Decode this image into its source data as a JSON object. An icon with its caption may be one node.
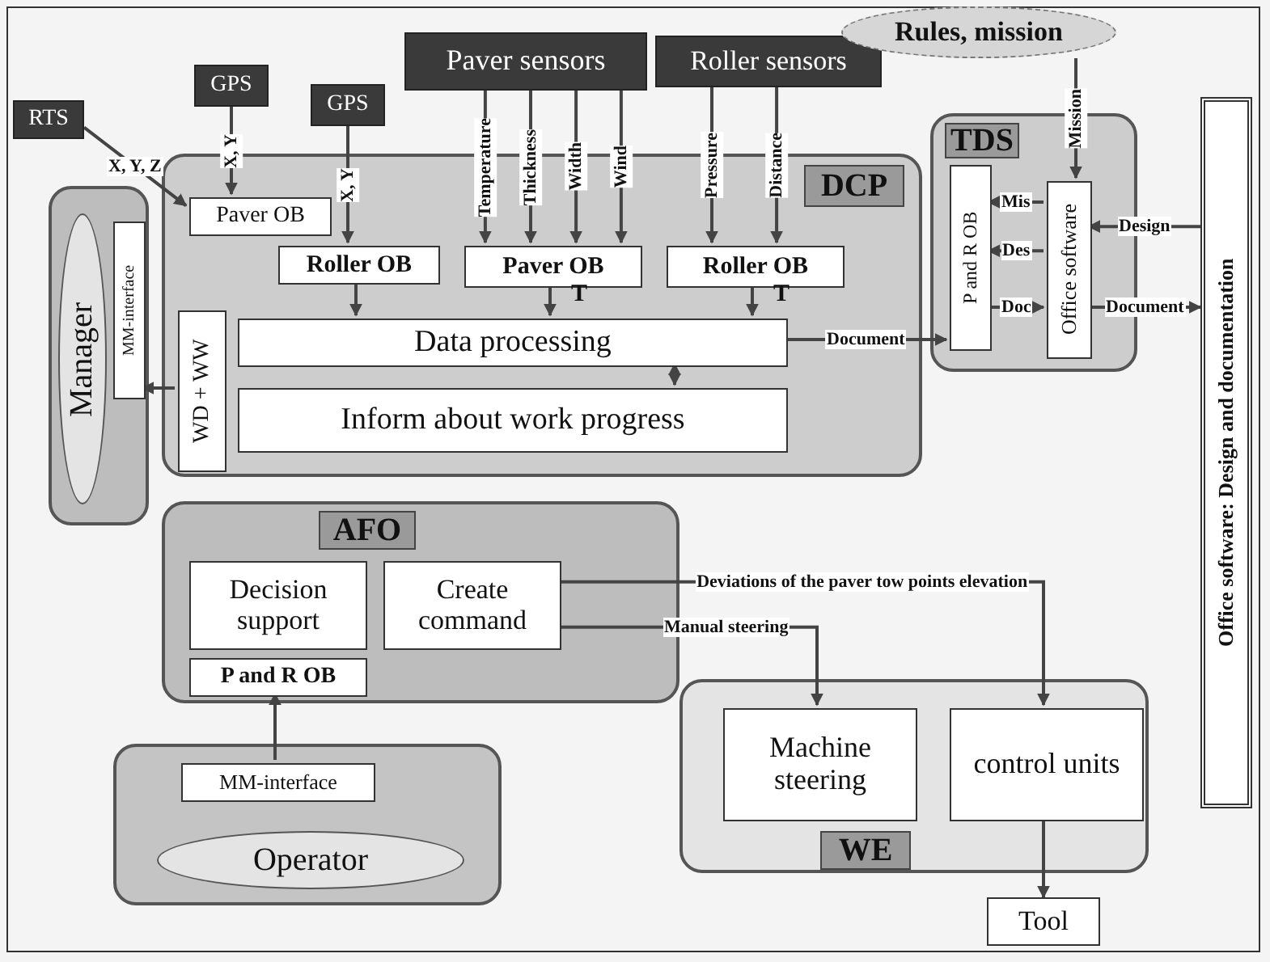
{
  "diagram": {
    "nodes": [
      {
        "text": [
          "RTS"
        ]
      },
      {
        "text": [
          "GPS"
        ]
      },
      {
        "text": [
          "GPS"
        ]
      },
      {
        "text": [
          "Paver sensors"
        ]
      },
      {
        "text": [
          "Roller sensors"
        ]
      },
      {
        "text": [
          "Rules, mission"
        ]
      },
      {
        "text": [
          "DCP"
        ]
      },
      {
        "text": [
          "Paver OB"
        ],
        "in": 6
      },
      {
        "text": [
          "Roller OB"
        ],
        "in": 6
      },
      {
        "text": [
          "Paver OB"
        ],
        "in": 6
      },
      {
        "text": [
          "Roller OB"
        ],
        "in": 6
      },
      {
        "text": [
          "Data processing"
        ],
        "in": 6
      },
      {
        "text": [
          "Inform about work progress"
        ],
        "in": 6
      },
      {
        "text": [
          "WD + WW"
        ],
        "in": 6
      },
      {
        "text": [
          "Manager"
        ]
      },
      {
        "text": [
          "MM-interface"
        ],
        "in": 14
      },
      {
        "text": [
          "TDS"
        ]
      },
      {
        "text": [
          "P and R OB"
        ],
        "in": 16
      },
      {
        "text": [
          "Office software"
        ],
        "in": 16
      },
      {
        "text": [
          "Office software: Design and documentation"
        ]
      },
      {
        "text": [
          "AFO"
        ]
      },
      {
        "text": [
          "Decision support"
        ],
        "in": 20
      },
      {
        "text": [
          "Create command"
        ],
        "in": 20
      },
      {
        "text": [
          "P and R OB"
        ],
        "in": 20
      },
      {
        "text": [
          "Operator"
        ]
      },
      {
        "text": [
          "MM-interface"
        ],
        "in": 24
      },
      {
        "text": [
          "WE"
        ]
      },
      {
        "text": [
          "Machine steering"
        ],
        "in": 26
      },
      {
        "text": [
          "control units"
        ],
        "in": 26
      },
      {
        "text": [
          "Tool"
        ]
      }
    ],
    "edges": [
      {
        "from": 0,
        "to": 7,
        "arrow": "to",
        "label": "X, Y, Z"
      },
      {
        "from": 1,
        "to": 7,
        "arrow": "to",
        "label": "X, Y"
      },
      {
        "from": 2,
        "to": 8,
        "arrow": "to",
        "label": "X, Y"
      },
      {
        "from": 3,
        "to": 9,
        "arrow": "to",
        "label": "Temperature"
      },
      {
        "from": 3,
        "to": 9,
        "arrow": "to",
        "label": "Thickness"
      },
      {
        "from": 3,
        "to": 9,
        "arrow": "to",
        "label": "Width"
      },
      {
        "from": 3,
        "to": 9,
        "arrow": "to",
        "label": "Wind"
      },
      {
        "from": 4,
        "to": 10,
        "arrow": "to",
        "label": "Pressure"
      },
      {
        "from": 4,
        "to": 10,
        "arrow": "to",
        "label": "Distance"
      },
      {
        "from": 8,
        "to": 11,
        "arrow": "to"
      },
      {
        "from": 9,
        "to": 11,
        "arrow": "to"
      },
      {
        "from": 10,
        "to": 11,
        "arrow": "to"
      },
      {
        "from": 11,
        "to": 12,
        "arrow": "both"
      },
      {
        "from": 13,
        "to": 15,
        "arrow": "to"
      },
      {
        "from": 11,
        "to": 17,
        "arrow": "to",
        "label": "Document"
      },
      {
        "from": 5,
        "to": 18,
        "arrow": "to",
        "label": "Mission"
      },
      {
        "from": 19,
        "to": 18,
        "arrow": "to",
        "label": "Design"
      },
      {
        "from": 18,
        "to": 19,
        "arrow": "to",
        "label": "Document"
      },
      {
        "from": 18,
        "to": 17,
        "arrow": "to",
        "label": "Mis"
      },
      {
        "from": 18,
        "to": 17,
        "arrow": "to",
        "label": "Des"
      },
      {
        "from": 17,
        "to": 18,
        "arrow": "to",
        "label": "Doc"
      },
      {
        "from": 22,
        "to": 27,
        "arrow": "to",
        "label": "Manual steering"
      },
      {
        "from": 22,
        "to": 28,
        "arrow": "to",
        "label": "Deviations of the paver tow points elevation"
      },
      {
        "from": 25,
        "to": 23,
        "arrow": "to"
      },
      {
        "from": 28,
        "to": 29,
        "arrow": "to"
      }
    ],
    "labels": [
      "T",
      "T"
    ]
  }
}
